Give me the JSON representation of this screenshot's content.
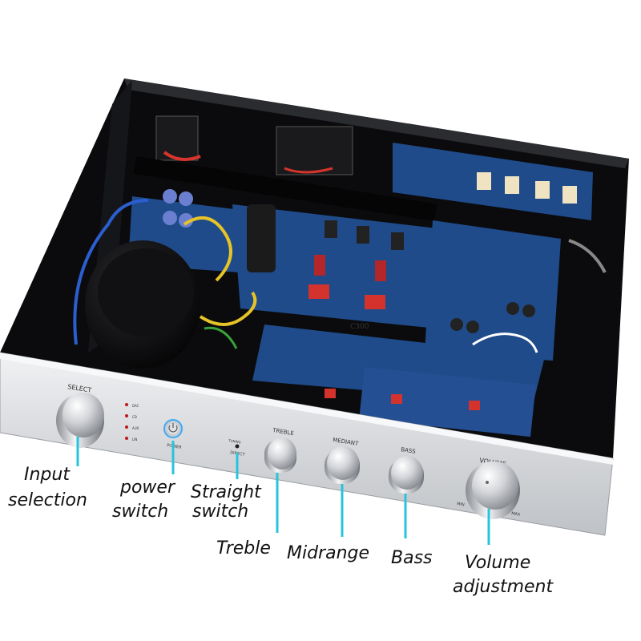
{
  "panel": {
    "select_label": "SELECT",
    "power_label": "POWER",
    "treble_label": "TREBLE",
    "mediant_label": "MEDIANT",
    "bass_label": "BASS",
    "volume_label": "VOLUME",
    "volume_min": "MIN",
    "volume_max": "MAX",
    "mode_top": "TUNING",
    "mode_bottom": "DIRECT",
    "inputs": [
      "DAC",
      "CD",
      "AUX",
      "LIN"
    ],
    "board_marking": "C300"
  },
  "callouts": {
    "input_selection": [
      "Input",
      "selection"
    ],
    "power_switch": [
      "power",
      "switch"
    ],
    "straight_switch": [
      "Straight",
      "switch"
    ],
    "treble": "Treble",
    "midrange": "Midrange",
    "bass": "Bass",
    "volume_adjustment": [
      "Volume",
      "adjustment"
    ]
  },
  "colors": {
    "callout_line": "#29c3dc",
    "pcb_blue": "#1f4b8a",
    "chassis_black": "#0b0b0d",
    "faceplate_silver": "#d8dadd",
    "power_ring": "#3fa9f5",
    "input_led": "#c0161a"
  }
}
